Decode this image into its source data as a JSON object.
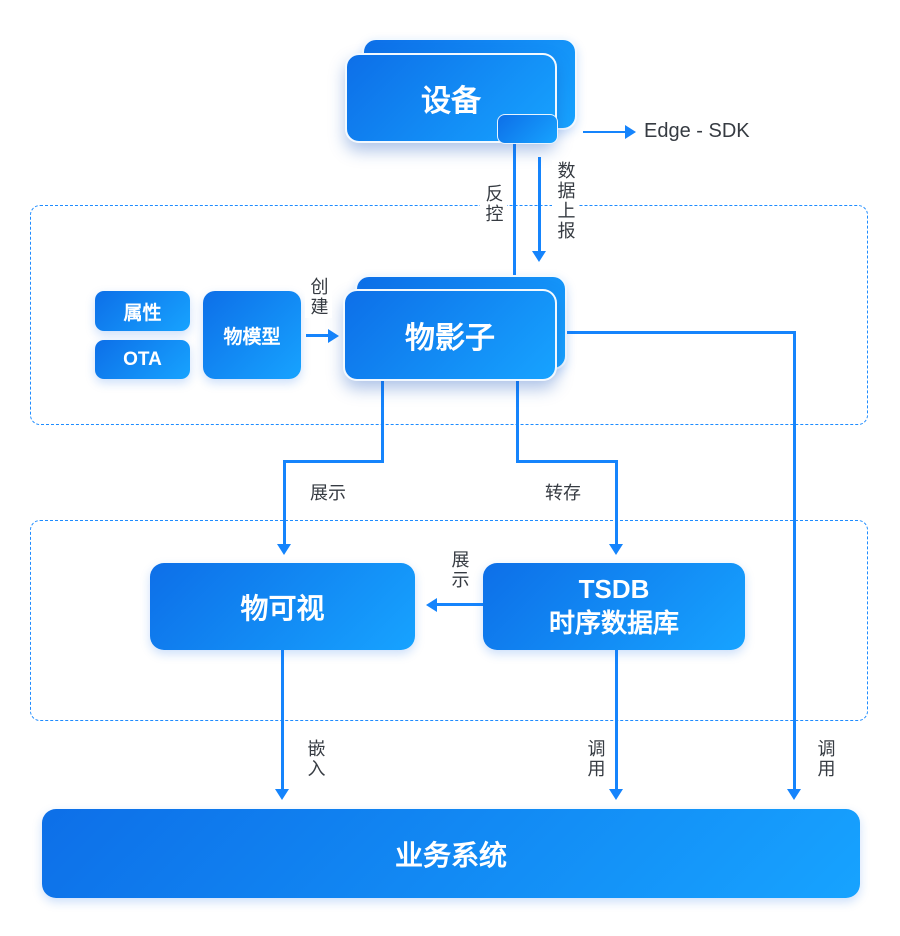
{
  "nodes": {
    "device": {
      "label": "设备"
    },
    "edge_sdk": {
      "label": "Edge - SDK"
    },
    "attr": {
      "label": "属性"
    },
    "ota": {
      "label": "OTA"
    },
    "model": {
      "label": "物模型"
    },
    "shadow": {
      "label": "物影子"
    },
    "visual": {
      "label": "物可视"
    },
    "tsdb": {
      "line1": "TSDB",
      "line2": "时序数据库"
    },
    "business": {
      "label": "业务系统"
    }
  },
  "edges": {
    "reverse_control": {
      "label": "反控"
    },
    "data_report": {
      "label": "数据上报"
    },
    "create": {
      "label": "创建"
    },
    "show_to_visual": {
      "label": "展示"
    },
    "dump": {
      "label": "转存"
    },
    "show_from_tsdb": {
      "label": "展示"
    },
    "embed": {
      "label": "嵌入"
    },
    "invoke_tsdb": {
      "label": "调用"
    },
    "invoke_shadow": {
      "label": "调用"
    }
  },
  "colors": {
    "line": "#1584FC",
    "dashed_border": "#1E8CFF",
    "label_text": "#363B42",
    "box_gradient_start": "#0D6FE8",
    "box_gradient_end": "#17A3FF",
    "box_text": "#FFFFFF"
  }
}
